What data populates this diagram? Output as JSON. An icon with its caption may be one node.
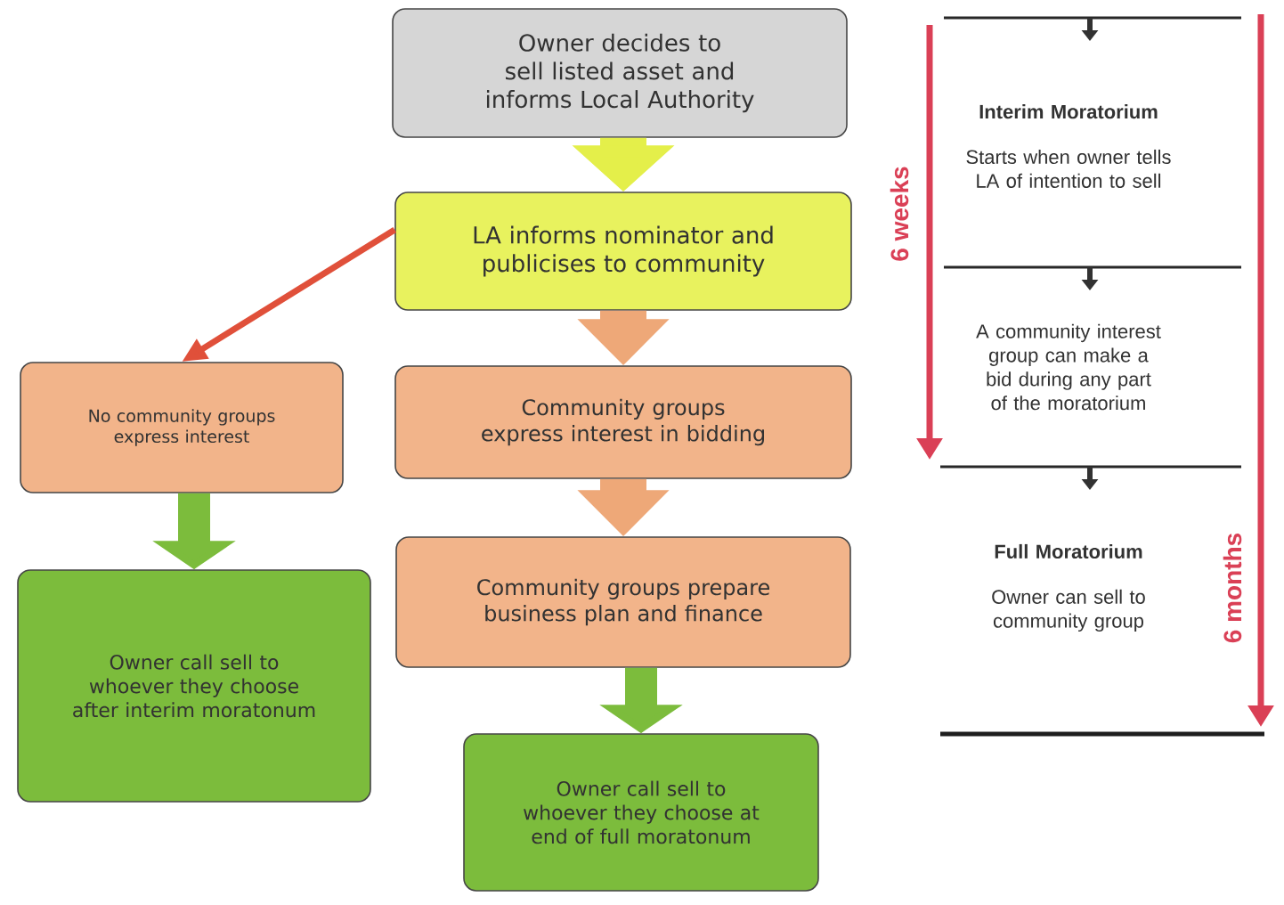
{
  "diagram": {
    "nodes": [
      {
        "text": [
          "Owner decides to sell listed asset and informs Local Authority"
        ]
      },
      {
        "text": [
          "LA informs nominator and publicises to community"
        ]
      },
      {
        "text": [
          "No community groups express interest"
        ]
      },
      {
        "text": [
          "Community groups express interest in bidding"
        ]
      },
      {
        "text": [
          "Community groups prepare business plan and finance"
        ]
      },
      {
        "text": [
          "Owner call sell to whoever they choose after interim moratonum"
        ]
      },
      {
        "text": [
          "Owner call sell to whoever they choose at end of full moratonum"
        ]
      },
      {
        "text": [
          "Interim Moratorium",
          "Starts when owner tells LA of intention to sell"
        ]
      },
      {
        "text": [
          "A community interest group can make a bid during any part of the moratorium"
        ]
      },
      {
        "text": [
          "Full Moratorium",
          "Owner can sell to community group"
        ]
      }
    ],
    "edges": [
      {
        "from": 0,
        "to": 1,
        "arrow": "to",
        "color": "#e4ef4a"
      },
      {
        "from": 1,
        "to": 2,
        "arrow": "to",
        "color": "#e0503a"
      },
      {
        "from": 1,
        "to": 3,
        "arrow": "to",
        "color": "#eea878"
      },
      {
        "from": 3,
        "to": 4,
        "arrow": "to",
        "color": "#eea878"
      },
      {
        "from": 2,
        "to": 5,
        "arrow": "to",
        "color": "#7cbc3c"
      },
      {
        "from": 4,
        "to": 6,
        "arrow": "to",
        "color": "#7cbc3c"
      }
    ],
    "labels": [
      "6 weeks",
      "6 months"
    ]
  }
}
